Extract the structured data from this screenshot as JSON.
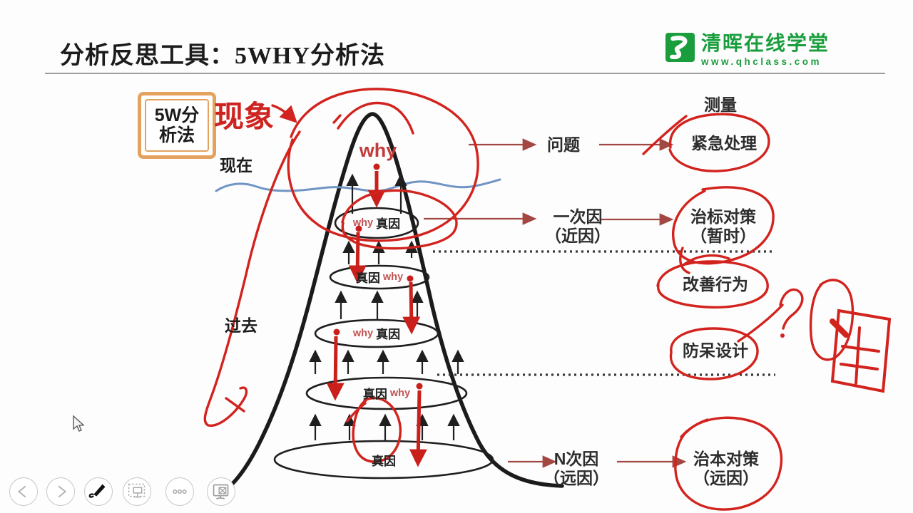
{
  "header": {
    "title": "分析反思工具：5WHY分析法"
  },
  "logo": {
    "name": "清晖在线学堂",
    "url": "www.qhclass.com"
  },
  "badge": {
    "line1": "5W分",
    "line2": "析法"
  },
  "labels": {
    "phenomenon": "现象",
    "now": "现在",
    "past": "过去",
    "top_why": "why",
    "measure": "测量"
  },
  "levels": [
    {
      "a": "why",
      "b": "真因"
    },
    {
      "a": "真因",
      "b": "why"
    },
    {
      "a": "why",
      "b": "真因"
    },
    {
      "a": "真因",
      "b": "why"
    },
    {
      "a": "真因",
      "b": ""
    }
  ],
  "flow": {
    "problem": "问题",
    "urgent": "紧急处理",
    "first_cause": "一次因",
    "first_cause_sub": "（近因）",
    "symptomatic": "治标对策",
    "symptomatic_sub": "（暂时）",
    "improve": "改善行为",
    "foolproof": "防呆设计",
    "n_cause": "N次因",
    "n_cause_sub": "（远因）",
    "root": "治本对策",
    "root_sub": "（远因）"
  },
  "toolbar": {
    "buttons": [
      {
        "icon": "prev-slide"
      },
      {
        "icon": "next-slide"
      },
      {
        "icon": "pen-annotate"
      },
      {
        "icon": "slide-overview"
      },
      {
        "icon": "more-options"
      },
      {
        "icon": "display-settings"
      }
    ]
  },
  "colors": {
    "brand_green": "#1a9e3d",
    "annotation_red": "#d2231e",
    "diagram_red": "#c9201c",
    "arrow_dark_red": "#a34743",
    "water_blue": "#7094c4",
    "box_orange": "#e3a35f"
  }
}
